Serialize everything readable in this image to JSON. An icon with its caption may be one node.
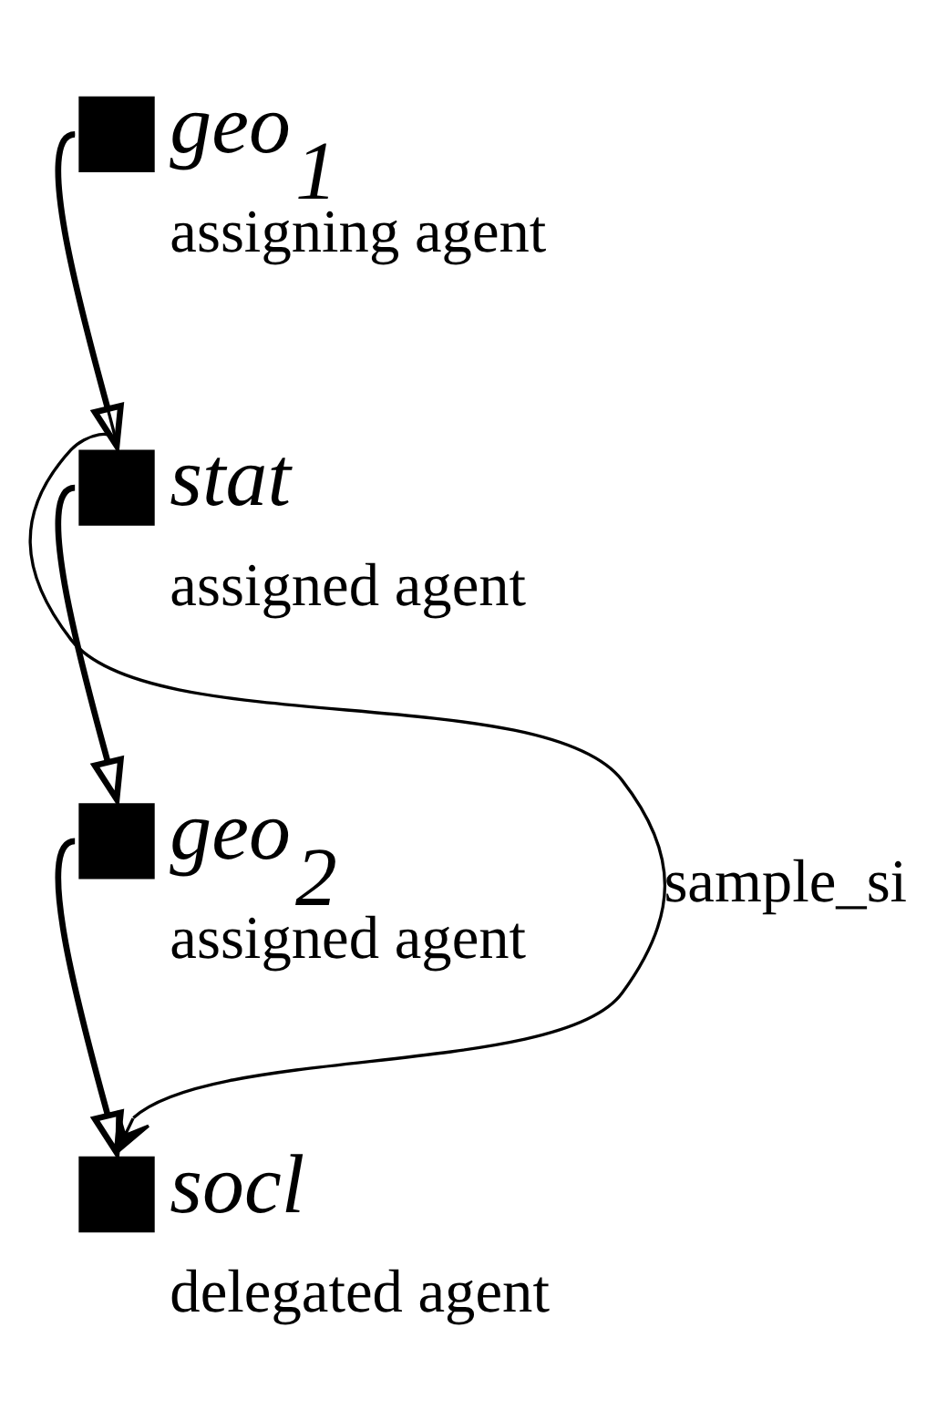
{
  "diagram": {
    "nodes": [
      {
        "text": [
          "geo$_{1}$"
        ],
        "beside": [
          "assigning agent"
        ]
      },
      {
        "text": [
          "stat"
        ],
        "beside": [
          "assigned agent"
        ]
      },
      {
        "text": [
          "geo$_{2}$"
        ],
        "beside": [
          "assigned agent"
        ]
      },
      {
        "text": [
          "socl"
        ],
        "beside": [
          "delegated agent"
        ]
      }
    ],
    "edges": [
      {
        "from": 0,
        "to": 1,
        "arrow": "to"
      },
      {
        "from": 1,
        "to": 2,
        "arrow": "to"
      },
      {
        "from": 2,
        "to": 3,
        "arrow": "to"
      },
      {
        "from": 0,
        "to": 1,
        "arrow": "none"
      },
      {
        "from": 1,
        "to": 3,
        "arrow": "to",
        "label": "sample_si"
      }
    ]
  }
}
